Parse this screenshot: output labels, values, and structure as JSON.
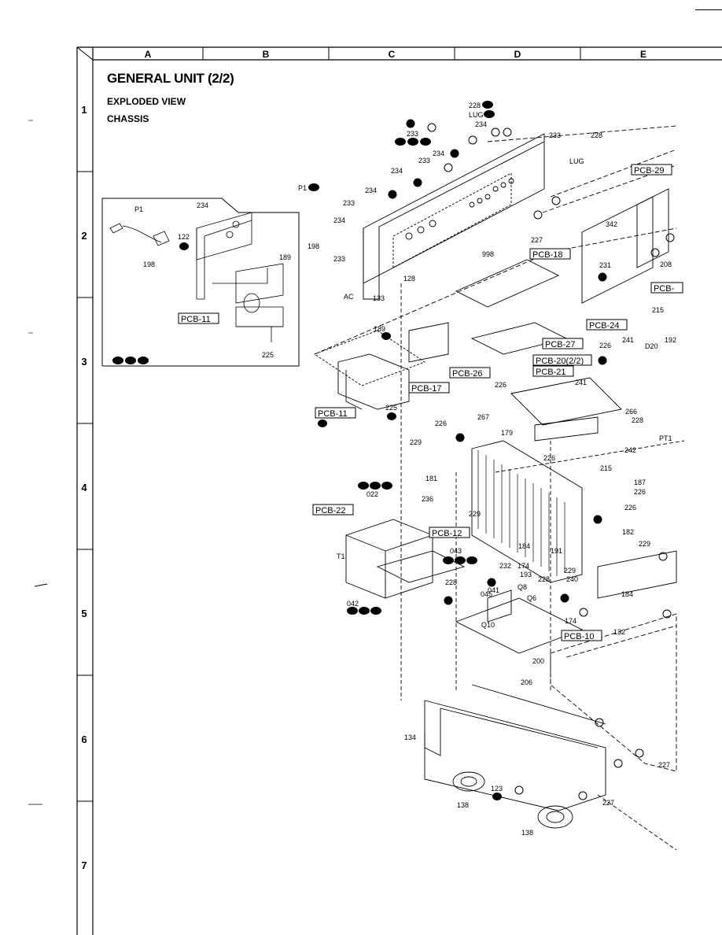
{
  "header": {
    "columns": [
      "A",
      "B",
      "C",
      "D",
      "E"
    ],
    "rows": [
      "1",
      "2",
      "3",
      "4",
      "5",
      "6",
      "7"
    ]
  },
  "page": {
    "title": "GENERAL UNIT (2/2)",
    "subtitle1": "EXPLODED VIEW",
    "subtitle2": "CHASSIS"
  },
  "pcb_labels": {
    "pcb11_inset": "PCB-11",
    "pcb11": "PCB-11",
    "pcb12": "PCB-12",
    "pcb17": "PCB-17",
    "pcb18": "PCB-18",
    "pcb20": "PCB-20(2/2)",
    "pcb21": "PCB-21",
    "pcb22": "PCB-22",
    "pcb24": "PCB-24",
    "pcb26": "PCB-26",
    "pcb27": "PCB-27",
    "pcb29": "PCB-29",
    "pcb10": "PCB-10",
    "pcb_cut": "PCB-"
  },
  "part_numbers": {
    "p228a": "228",
    "lug_a": "LUG",
    "p234a": "234",
    "p233a": "233",
    "p234b": "234",
    "p233b": "233",
    "p234c": "234",
    "p234d": "234",
    "p233c": "233",
    "p234e": "234",
    "p233d": "233",
    "p233e": "233",
    "p228b": "228",
    "lug_b": "LUG",
    "p1": "P1",
    "p1_inset": "P1",
    "p234_inset": "234",
    "p122": "122",
    "p189_inset": "189",
    "p198_inset": "198",
    "p225_inset": "225",
    "p198": "198",
    "p128": "128",
    "p133": "133",
    "ac": "AC",
    "p998": "998",
    "p227a": "227",
    "p342": "342",
    "p208": "208",
    "p231": "231",
    "p215a": "215",
    "p226a": "226",
    "p241a": "241",
    "d20": "D20",
    "p192": "192",
    "p189": "189",
    "p225": "225",
    "p226b": "226",
    "p241b": "241",
    "p267": "267",
    "p266": "266",
    "p228c": "228",
    "pt1": "PT1",
    "p226c": "226",
    "p179": "179",
    "p229a": "229",
    "p181": "181",
    "p226d": "226",
    "p242": "242",
    "p215b": "215",
    "p187": "187",
    "p226e": "226",
    "p226f": "226",
    "p022": "022",
    "p236": "236",
    "p229b": "229",
    "p184a": "184",
    "p191": "191",
    "p182": "182",
    "p229c": "229",
    "t1": "T1",
    "p043": "043",
    "p042": "042",
    "p232": "232",
    "p174a": "174",
    "p193": "193",
    "p228d": "228",
    "p041": "041",
    "p045": "045",
    "q8": "Q8",
    "q6": "Q6",
    "p229d": "229",
    "p240": "240",
    "p184b": "184",
    "p228e": "228",
    "q10": "Q10",
    "p174b": "174",
    "p132": "132",
    "p200": "200",
    "p206": "206",
    "p134": "134",
    "p227b": "227",
    "p227c": "227",
    "p123": "123",
    "p138a": "138",
    "p138b": "138"
  },
  "colors": {
    "ink": "#000000",
    "background": "#ffffff"
  }
}
